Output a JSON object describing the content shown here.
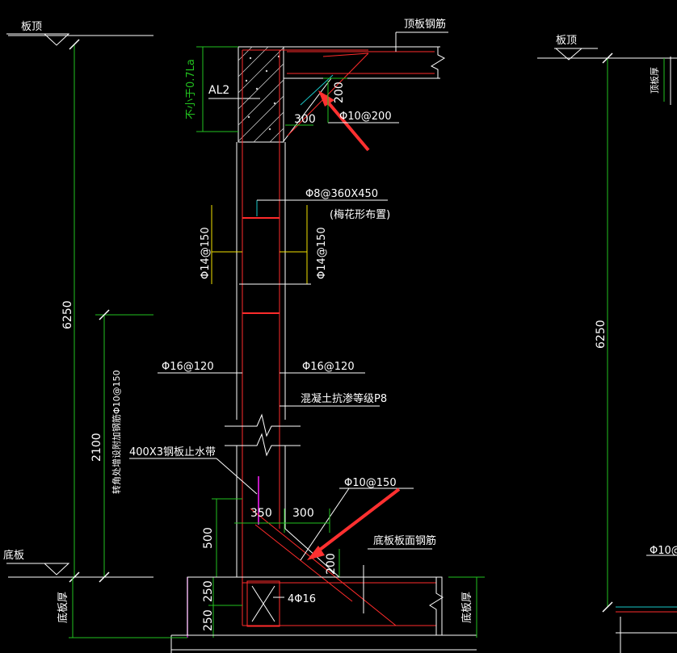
{
  "labels": {
    "roof_left": "板顶",
    "roof_right": "板顶",
    "roof_rebar": "顶板钢筋",
    "anchor": "不小于0.7La",
    "beam": "AL2",
    "dim_200_top": "200",
    "dim_300_top": "300",
    "phi10_200": "Φ10@200",
    "tie_rebar": "Φ8@360X450",
    "tie_note": "(梅花形布置)",
    "phi14_left": "Φ14@150",
    "phi14_right": "Φ14@150",
    "phi16_left": "Φ16@120",
    "phi16_right": "Φ16@120",
    "concrete": "混凝土抗渗等级P8",
    "height_left": "6250",
    "height_right": "6250",
    "dim_2100": "2100",
    "vert_note": "转角处增设附加钢筋Φ10@150",
    "waterstop": "400X3钢板止水带",
    "phi10_150": "Φ10@150",
    "dim_350": "350",
    "dim_300_bottom": "300",
    "dim_500": "500",
    "floor": "底板",
    "floor_rebar": "底板板面钢筋",
    "dim_200_bottom": "200",
    "slab_thick_left": "底板厚",
    "slab_thick_right": "底板厚",
    "dim_250_a": "250",
    "dim_250_b": "250",
    "bars_4phi16": "4Φ16",
    "slab_thick_top_right": "顶板厚",
    "phi10_right": "Φ10@"
  },
  "colors": {
    "background": "#000000",
    "wall": "#ff2b2b",
    "text": "#ffffff",
    "dimension": "#22c21f",
    "leader": "#f2e200",
    "hatch": "#cfcfcf",
    "magenta": "#c018c0",
    "cyan": "#19c8c8",
    "arrow": "#ff3030"
  }
}
